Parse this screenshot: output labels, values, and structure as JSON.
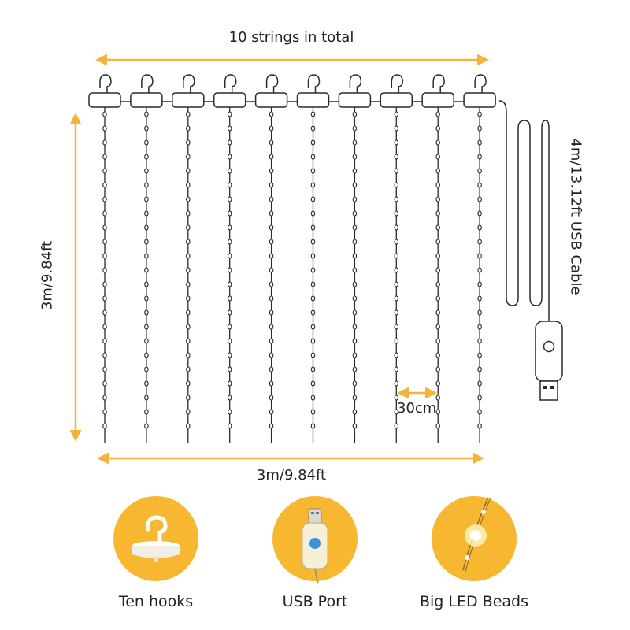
{
  "colors": {
    "accent": "#F4B43C",
    "wire": "#2a2a2a",
    "circle": "#F7B731"
  },
  "dimensions": {
    "strings_total_label": "10 strings in total",
    "height_label": "3m/9.84ft",
    "width_label": "3m/9.84ft",
    "cable_label": "4m/13.12ft USB Cable",
    "spacing_label": "30cm"
  },
  "product": {
    "string_count": 10,
    "icons": [
      "hook-icon",
      "usb-plug-icon",
      "led-bead-icon"
    ]
  },
  "features": [
    {
      "label": "Ten hooks",
      "icon": "hook-icon"
    },
    {
      "label": "USB Port",
      "icon": "usb-port-icon"
    },
    {
      "label": "Big LED Beads",
      "icon": "led-bead-icon"
    }
  ]
}
